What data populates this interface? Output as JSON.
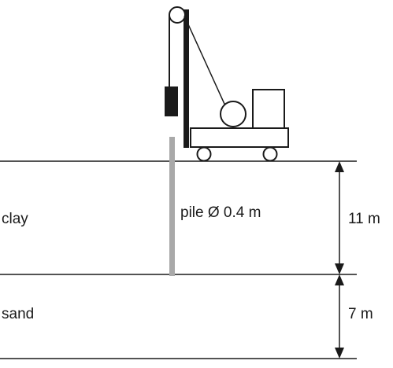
{
  "layers": [
    {
      "name": "clay",
      "thickness": "11 m"
    },
    {
      "name": "sand",
      "thickness": "7 m"
    }
  ],
  "pile": {
    "label": "pile Ø 0.4 m"
  },
  "icons": [
    "pile-driver-rig-icon",
    "drop-hammer-icon",
    "pulley-icon",
    "winch-drum-icon",
    "wheel-icon"
  ],
  "colors": {
    "line": "#1a1a1a",
    "pile": "#a9a9a9"
  }
}
